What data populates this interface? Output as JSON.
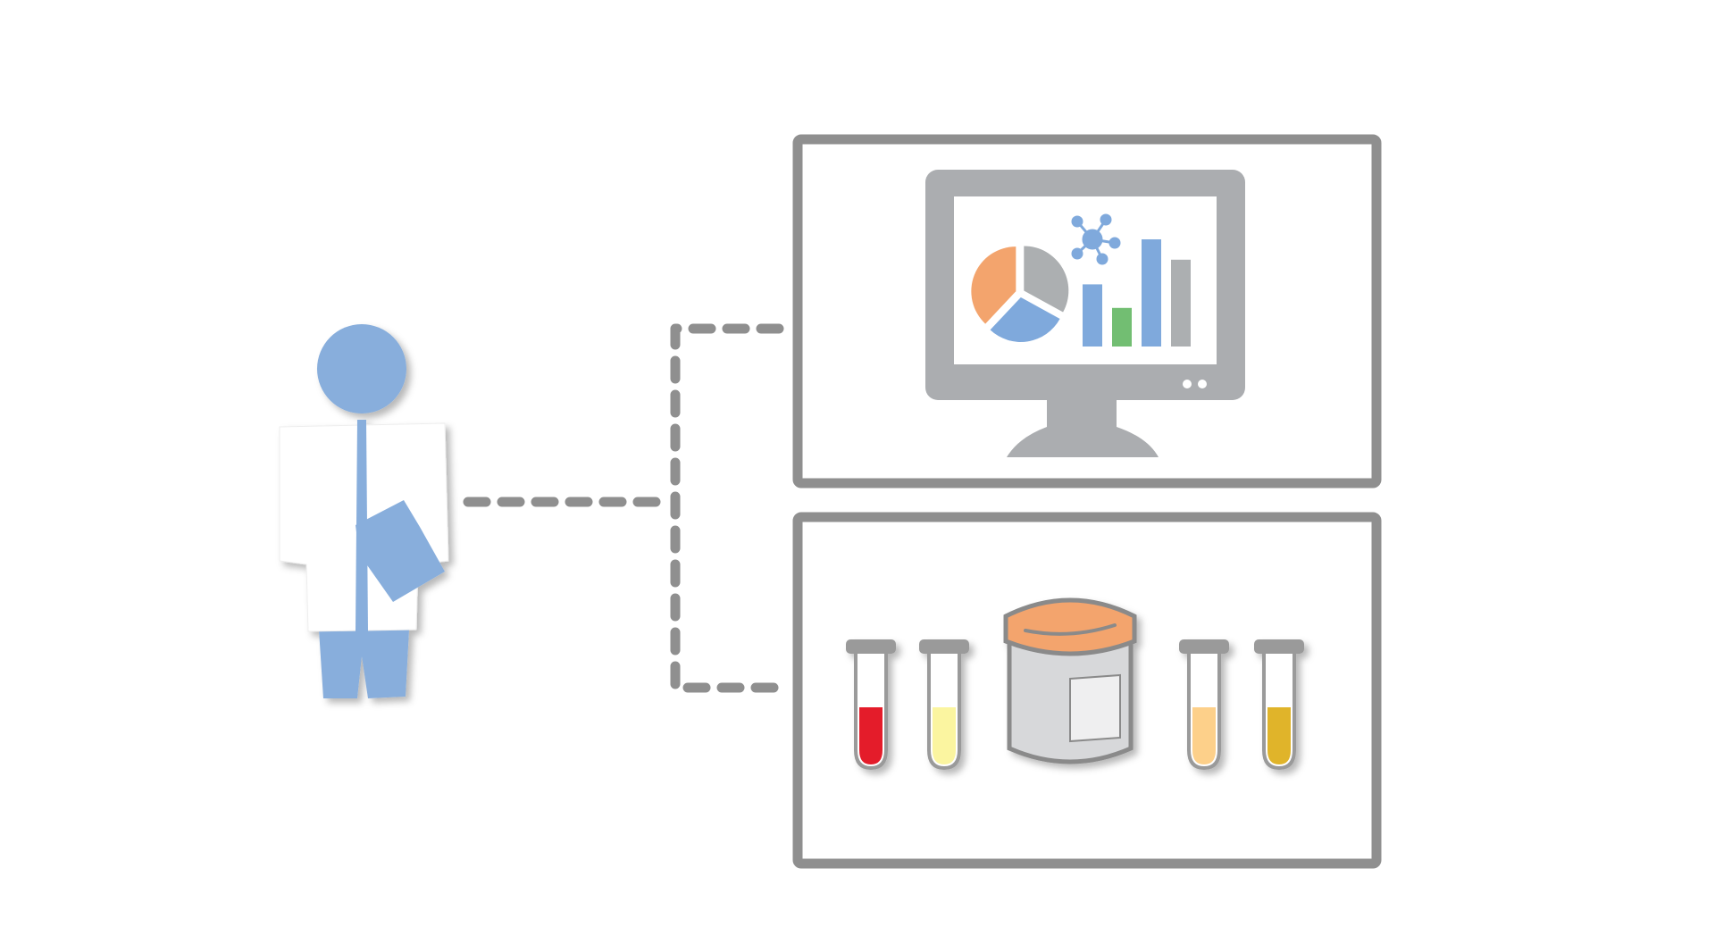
{
  "diagram": {
    "nodes": [
      {
        "id": "clinician",
        "icon": "clinician-with-folder-icon"
      },
      {
        "id": "data-panel",
        "icon": "monitor-with-charts-icon"
      },
      {
        "id": "samples-panel",
        "icon": "specimen-tubes-and-jar-icon"
      }
    ],
    "edges": [
      {
        "from": "clinician",
        "to": "data-panel",
        "style": "dashed"
      },
      {
        "from": "clinician",
        "to": "samples-panel",
        "style": "dashed"
      }
    ]
  },
  "colors": {
    "panel_border": "#8f8f8f",
    "connector": "#8f8f8f",
    "person_blue": "#88aedc",
    "coat_white": "#ffffff",
    "monitor_gray": "#abadb0",
    "chart_orange": "#f3a46d",
    "chart_blue": "#7fa9dc",
    "chart_green": "#72be72",
    "chart_gray": "#acafb1",
    "tube_red": "#e41d2a",
    "tube_pale_yellow": "#fbf5a0",
    "tube_peach": "#fdd08a",
    "tube_mustard": "#e0b42a",
    "jar_lid": "#f3a46d",
    "jar_body": "#d7d8da"
  },
  "charts_on_screen": {
    "pie_slices": [
      0.33,
      0.29,
      0.38
    ],
    "bars": [
      {
        "color": "chart_blue",
        "level": 0.58
      },
      {
        "color": "chart_green",
        "level": 0.36
      },
      {
        "color": "chart_blue",
        "level": 1.0
      },
      {
        "color": "chart_gray",
        "level": 0.81
      }
    ]
  },
  "specimens": [
    {
      "kind": "tube",
      "fill": "tube_red"
    },
    {
      "kind": "tube",
      "fill": "tube_pale_yellow"
    },
    {
      "kind": "jar",
      "fill": "jar_body"
    },
    {
      "kind": "tube",
      "fill": "tube_peach"
    },
    {
      "kind": "tube",
      "fill": "tube_mustard"
    }
  ]
}
